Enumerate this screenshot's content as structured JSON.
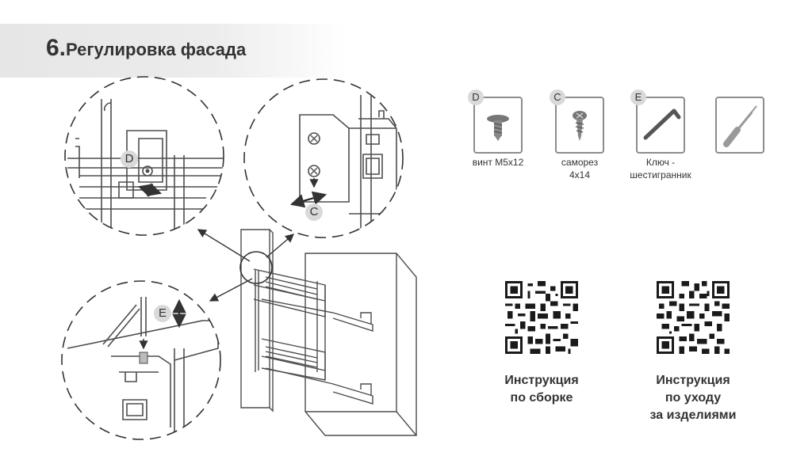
{
  "header": {
    "number": "6.",
    "title": "Регулировка фасада"
  },
  "callouts": {
    "d": "D",
    "c": "C",
    "e": "E"
  },
  "fittings": [
    {
      "badge": "D",
      "icon": "screw-m5-icon",
      "label_lines": [
        "винт M5x12"
      ]
    },
    {
      "badge": "C",
      "icon": "self-tapping-screw-icon",
      "label_lines": [
        "саморез",
        "4x14"
      ]
    },
    {
      "badge": "E",
      "icon": "hex-key-icon",
      "label_lines": [
        "Ключ -",
        "шестигранник"
      ]
    },
    {
      "badge": "",
      "icon": "screwdriver-icon",
      "label_lines": []
    }
  ],
  "qr_codes": [
    {
      "icon": "qr-code-icon",
      "caption_lines": [
        "Инструкция",
        "по сборке"
      ]
    },
    {
      "icon": "qr-code-icon",
      "caption_lines": [
        "Инструкция",
        "по уходу",
        "за изделиями"
      ]
    }
  ],
  "colors": {
    "line": "#4d4d4d",
    "badge": "#d9d9d9",
    "frame": "#8c8c8c",
    "header_band": "#e6e6e6"
  }
}
